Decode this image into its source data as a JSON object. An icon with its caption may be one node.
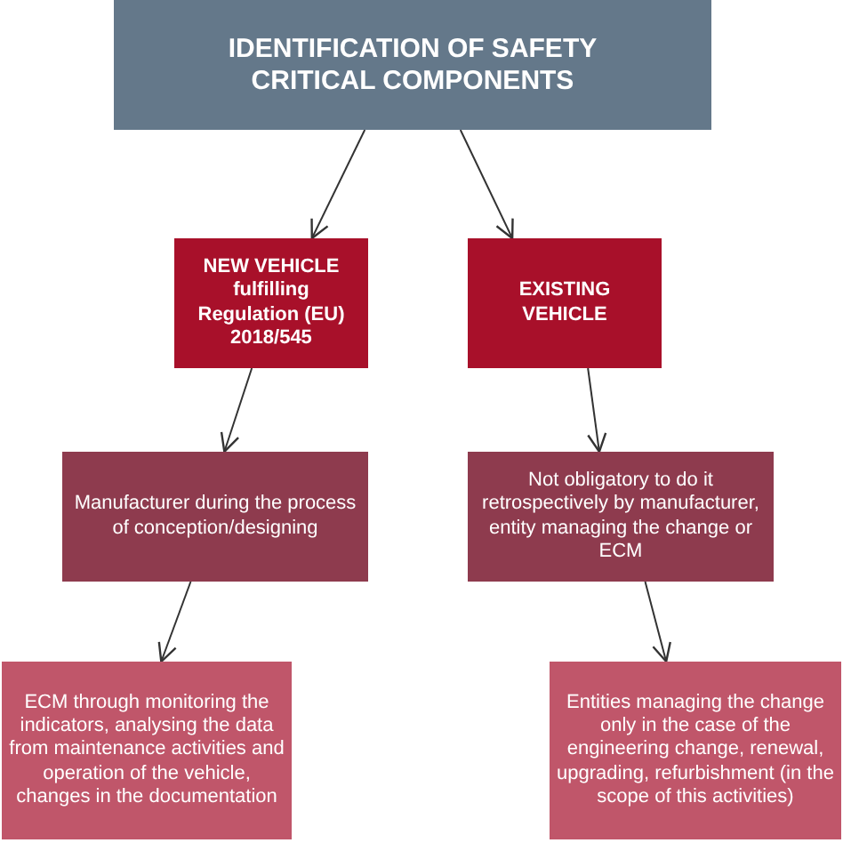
{
  "diagram": {
    "nodes": [
      {
        "text": [
          "IDENTIFICATION OF SAFETY CRITICAL COMPONENTS"
        ]
      },
      {
        "text": [
          "NEW VEHICLE fulfilling Regulation (EU) 2018/545"
        ]
      },
      {
        "text": [
          "EXISTING VEHICLE"
        ]
      },
      {
        "text": [
          "Manufacturer during the process of conception/designing"
        ]
      },
      {
        "text": [
          "Not obligatory to do it retrospectively by manufacturer, entity managing the change or ECM"
        ]
      },
      {
        "text": [
          "ECM through monitoring the indicators, analysing the data from maintenance activities and operation of the vehicle, changes in the documentation"
        ]
      },
      {
        "text": [
          "Entities managing the change only in the case of the engineering change, renewal, upgrading, refurbishment (in the scope of this activities)"
        ]
      }
    ],
    "edges": [
      {
        "from": 0,
        "to": 1,
        "arrow": "to"
      },
      {
        "from": 0,
        "to": 2,
        "arrow": "to"
      },
      {
        "from": 1,
        "to": 3,
        "arrow": "to"
      },
      {
        "from": 2,
        "to": 4,
        "arrow": "to"
      },
      {
        "from": 3,
        "to": 5,
        "arrow": "to"
      },
      {
        "from": 4,
        "to": 6,
        "arrow": "to"
      }
    ]
  }
}
